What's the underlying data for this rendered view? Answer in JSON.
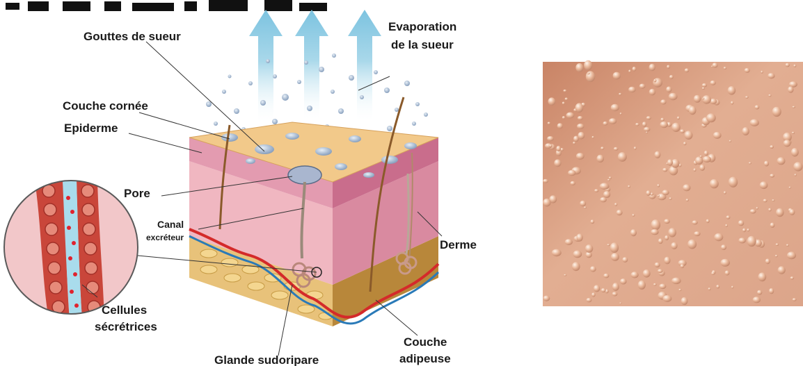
{
  "diagram": {
    "title_fragment": "",
    "labels": {
      "sweat_drops": "Gouttes de sueur",
      "evaporation_line1": "Evaporation",
      "evaporation_line2": "de la sueur",
      "stratum_corneum": "Couche cornée",
      "epidermis": "Epiderme",
      "pore": "Pore",
      "duct_line1": "Canal",
      "duct_line2": "excréteur",
      "dermis": "Derme",
      "secretory_cells_line1": "Cellules",
      "secretory_cells_line2": "sécrétrices",
      "sweat_gland": "Glande sudoripare",
      "fat_layer_line1": "Couche",
      "fat_layer_line2": "adipeuse"
    },
    "colors": {
      "arrow": "#a9d8ea",
      "skin_top": "#f2c98a",
      "epidermis": "#e39bb0",
      "dermis": "#f0b7c1",
      "fat": "#e8c27a",
      "vein": "#2a7ab8",
      "artery": "#d42a2a",
      "droplet": "#9fb5cf"
    }
  },
  "photo": {
    "subject": "sweat droplets on skin",
    "colors": {
      "skin_light": "#e9b89a",
      "skin_dark": "#b97a5e"
    }
  }
}
